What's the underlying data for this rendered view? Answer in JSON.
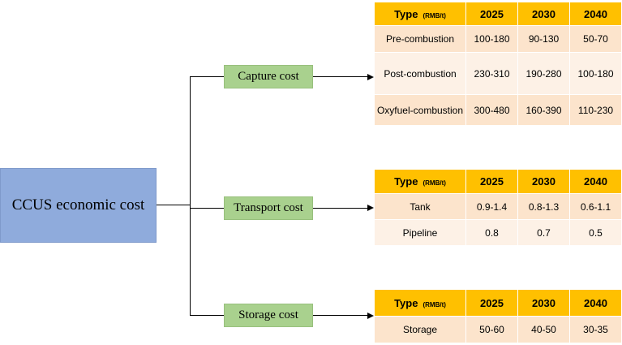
{
  "root": {
    "label": "CCUS economic cost"
  },
  "branches": [
    {
      "label": "Capture cost",
      "table": {
        "type_header": "Type",
        "unit": "(RMB/t)",
        "years": [
          "2025",
          "2030",
          "2040"
        ],
        "rows": [
          {
            "type": "Pre-combustion",
            "values": [
              "100-180",
              "90-130",
              "50-70"
            ]
          },
          {
            "type": "Post-combustion",
            "values": [
              "230-310",
              "190-280",
              "100-180"
            ]
          },
          {
            "type": "Oxyfuel-combustion",
            "values": [
              "300-480",
              "160-390",
              "110-230"
            ]
          }
        ]
      }
    },
    {
      "label": "Transport cost",
      "table": {
        "type_header": "Type",
        "unit": "(RMB/t)",
        "years": [
          "2025",
          "2030",
          "2040"
        ],
        "rows": [
          {
            "type": "Tank",
            "values": [
              "0.9-1.4",
              "0.8-1.3",
              "0.6-1.1"
            ]
          },
          {
            "type": "Pipeline",
            "values": [
              "0.8",
              "0.7",
              "0.5"
            ]
          }
        ]
      }
    },
    {
      "label": "Storage cost",
      "table": {
        "type_header": "Type",
        "unit": "(RMB/t)",
        "years": [
          "2025",
          "2030",
          "2040"
        ],
        "rows": [
          {
            "type": "Storage",
            "values": [
              "50-60",
              "40-50",
              "30-35"
            ]
          }
        ]
      }
    }
  ]
}
